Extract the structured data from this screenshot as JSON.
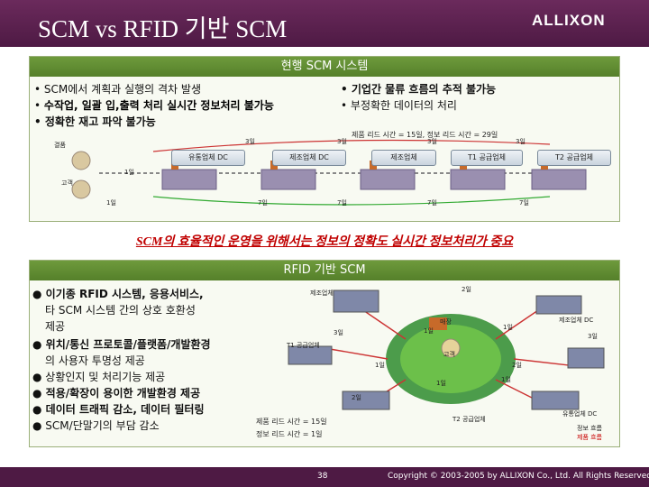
{
  "header": {
    "title": "SCM vs RFID 기반 SCM",
    "logo": "ALLIXON"
  },
  "colors": {
    "header_bg": "#5a2150",
    "panel_head": "#62902f",
    "slogan": "#c00000"
  },
  "current": {
    "title": "현행 SCM 시스템",
    "bullets_left": [
      "SCM에서 계획과 실행의 격차 발생",
      "수작업, 일괄 입,출력 처리 실시간 정보처리 불가능",
      "정확한 재고 파악 불가능"
    ],
    "bullets_right": [
      "기업간 물류 흐름의 추적 불가능",
      "부정확한 데이터의 처리"
    ],
    "lead_time": "제품 리드 시간 = 15일, 정보 리드 시간 = 29일",
    "node_labels": [
      "유통업체 DC",
      "제조업체 DC",
      "제조업체",
      "T1 공급업체",
      "T2 공급업체"
    ],
    "left_labels": [
      "결품",
      "고객"
    ],
    "top_days": [
      "3일",
      "3일",
      "3일",
      "3일"
    ],
    "bottom_days": [
      "1일",
      "7일",
      "7일",
      "7일",
      "7일"
    ],
    "mid_day": "1일"
  },
  "slogan": "SCM의 효율적인 운영을 위해서는 정보의 정확도 실시간 정보처리가 중요",
  "rfid": {
    "title": "RFID 기반 SCM",
    "bullets": [
      "이기종 RFID 시스템, 응용서비스,",
      "타 SCM 시스템 간의 상호 호환성",
      "제공",
      "위치/통신 프로토콜/플랫폼/개발환경",
      "의 사용자 투명성 제공",
      "상황인지 및 처리기능 제공",
      "적용/확장이 용이한 개발환경 제공",
      "데이터 트래픽 감소, 데이터 필터링",
      "SCM/단말기의 부담 감소"
    ],
    "labels": {
      "maker": "제조업체",
      "store": "매장",
      "maker_dc": "제조업체 DC",
      "t1": "T1 공급업체",
      "customer": "고객",
      "t2": "T2 공급업체",
      "retail_dc": "유통업체 DC"
    },
    "days": [
      "2일",
      "1일",
      "3일",
      "1일",
      "1일",
      "2일",
      "1일",
      "1일",
      "2일",
      "3일"
    ],
    "lead_time_1": "제품 리드 시간 = 15일",
    "lead_time_2": "정보 리드 시간 = 1일",
    "legend_info": "정보 흐름",
    "legend_product": "제품 흐름"
  },
  "footer": {
    "page": "38",
    "copyright": "Copyright © 2003-2005 by ALLIXON Co., Ltd. All Rights Reserved."
  }
}
